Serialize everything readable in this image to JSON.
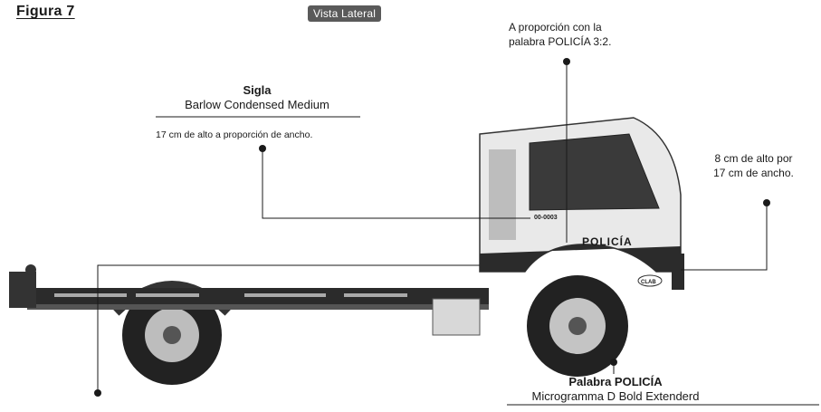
{
  "header": {
    "figure_title": "Figura 7",
    "view_badge": "Vista Lateral"
  },
  "callouts": {
    "proportion": {
      "line1": "A proporción con la",
      "line2": "palabra POLICÍA 3:2."
    },
    "sigla": {
      "title": "Sigla",
      "font": "Barlow Condensed Medium",
      "size": "17 cm de alto a proporción de ancho."
    },
    "size_word": {
      "line1": "8 cm de alto por",
      "line2": "17 cm de ancho."
    },
    "word": {
      "title": "Palabra POLICÍA",
      "font": "Microgramma D Bold Extenderd"
    }
  },
  "truck": {
    "plate_text": "00-0003",
    "door_word": "POLICÍA",
    "emblem_text": "CLAB"
  },
  "colors": {
    "ink": "#1a1a1a",
    "badge": "#5a5a5a",
    "truck_body": "#e9e9e9",
    "chassis": "#2b2b2b"
  }
}
